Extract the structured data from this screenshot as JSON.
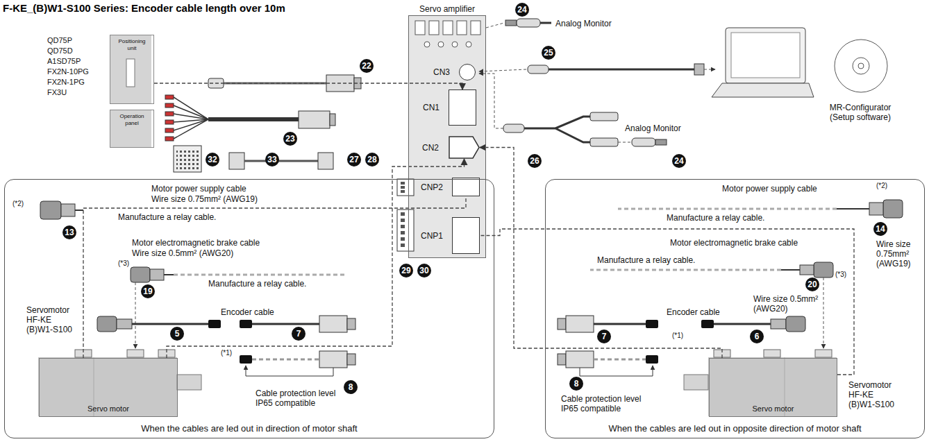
{
  "diagram": {
    "title": "F-KE_(B)W1-S100 Series: Encoder cable length over 10m",
    "nodes": [
      {
        "text": [
          "Positioning unit"
        ]
      },
      {
        "text": [
          "Operation panel"
        ]
      },
      {
        "text": [
          "Servo amplifier"
        ]
      },
      {
        "text": [
          "CN3"
        ],
        "in": 2
      },
      {
        "text": [
          "CN1"
        ],
        "in": 2
      },
      {
        "text": [
          "CN2"
        ],
        "in": 2
      },
      {
        "text": [
          "CNP2"
        ],
        "in": 2
      },
      {
        "text": [
          "CNP1"
        ],
        "in": 2
      },
      {
        "text": [
          "When the cables are led out in direction of motor shaft"
        ]
      },
      {
        "text": [
          "Servo motor"
        ],
        "in": 8
      },
      {
        "text": [
          "When the cables are led out in opposite direction of motor shaft"
        ]
      },
      {
        "text": [
          "Servo motor"
        ],
        "in": 10
      }
    ],
    "edges": [
      {
        "from": 0,
        "to": 4,
        "arrow": "to"
      },
      {
        "from": 9,
        "to": 5,
        "arrow": "to"
      },
      {
        "from": 9,
        "to": 6,
        "arrow": "none"
      },
      {
        "from": 11,
        "to": 5,
        "arrow": "to"
      },
      {
        "from": 11,
        "to": 7,
        "arrow": "none"
      }
    ],
    "labels": [
      "QD75P",
      "QD75D",
      "A1SD75P",
      "FX2N-10PG",
      "FX2N-1PG",
      "FX3U",
      "22",
      "23",
      "32",
      "33",
      "27",
      "28",
      "29",
      "30",
      "24",
      "Analog Monitor",
      "25",
      "26",
      "Analog Monitor",
      "24",
      "MR-Configurator (Setup software)",
      "Motor power supply cable",
      "Wire size 0.75mm² (AWG19)",
      "(*2)",
      "13",
      "Manufacture a relay cable.",
      "Motor electromagnetic brake cable",
      "Wire size 0.5mm² (AWG20)",
      "(*3)",
      "19",
      "Manufacture a relay cable.",
      "Servomotor HF-KE (B)W1-S100",
      "Encoder cable",
      "5",
      "(*1)",
      "7",
      "8",
      "Cable protection level IP65 compatible",
      "Motor power supply cable",
      "(*2)",
      "14",
      "Manufacture a relay cable.",
      "Wire size 0.75mm² (AWG19)",
      "Motor electromagnetic brake cable",
      "Manufacture a relay cable.",
      "20",
      "(*3)",
      "Wire size 0.5mm² (AWG20)",
      "Encoder cable",
      "7",
      "(*1)",
      "6",
      "8",
      "Cable protection level IP65 compatible",
      "Servomotor HF-KE (B)W1-S100"
    ]
  }
}
